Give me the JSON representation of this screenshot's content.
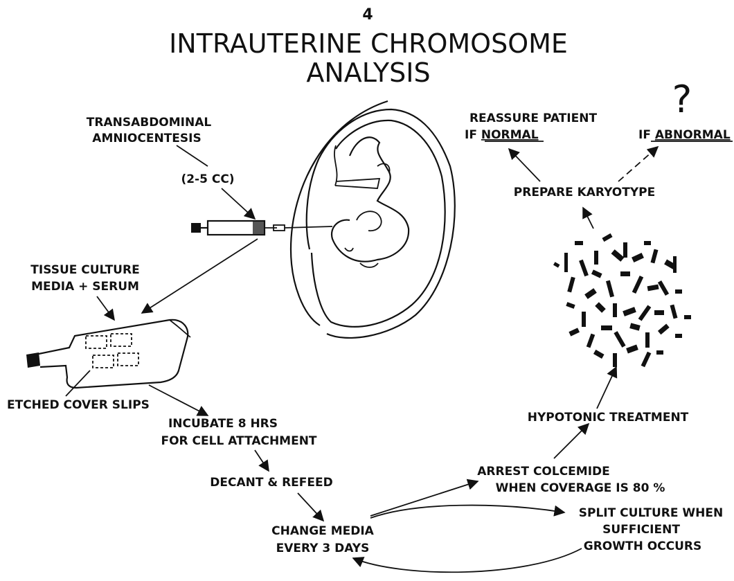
{
  "page_number": "4",
  "title": {
    "line1": "INTRAUTERINE CHROMOSOME",
    "line2": "ANALYSIS"
  },
  "labels": {
    "amnio_line1": "TRANSABDOMINAL",
    "amnio_line2": "AMNIOCENTESIS",
    "volume": "(2-5 CC)",
    "media_line1": "TISSUE CULTURE",
    "media_line2": "MEDIA + SERUM",
    "cover_slips": "ETCHED COVER SLIPS",
    "incubate_line1": "INCUBATE 8 HRS",
    "incubate_line2": "FOR CELL ATTACHMENT",
    "decant": "DECANT & REFEED",
    "change_line1": "CHANGE MEDIA",
    "change_line2": "EVERY 3 DAYS",
    "arrest_line1": "ARREST  COLCEMIDE",
    "arrest_line2": "WHEN COVERAGE IS 80 %",
    "split_line1": "SPLIT CULTURE WHEN",
    "split_line2": "SUFFICIENT",
    "split_line3": "GROWTH  OCCURS",
    "hypotonic": "HYPOTONIC  TREATMENT",
    "karyotype": "PREPARE KARYOTYPE",
    "reassure_line1": "REASSURE PATIENT",
    "reassure_prefix": "IF ",
    "reassure_emph": "NORMAL",
    "abnormal_prefix": "IF ",
    "abnormal_emph": "ABNORMAL",
    "question": "?"
  },
  "icons": [
    "uterus-fetus-drawing",
    "syringe-icon",
    "culture-flask-icon",
    "chromosome-spread-icon"
  ],
  "colors": {
    "ink": "#111111",
    "paper": "#ffffff"
  }
}
